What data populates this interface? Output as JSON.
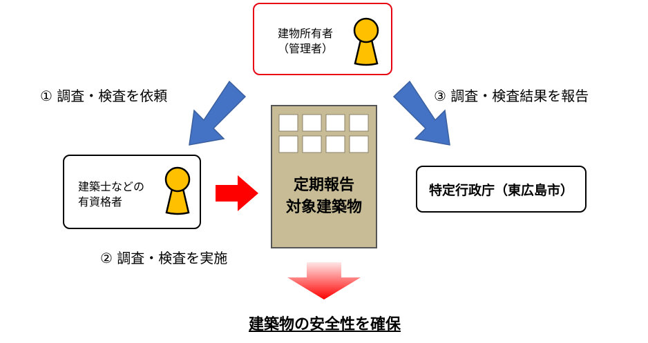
{
  "owner": {
    "line1": "建物所有者",
    "line2": "（管理者）"
  },
  "architect": {
    "line1": "建築士などの",
    "line2": "有資格者"
  },
  "authority": {
    "label": "特定行政庁（東広島市）"
  },
  "building": {
    "line1": "定期報告",
    "line2": "対象建築物"
  },
  "steps": [
    {
      "label": "① 調査・検査を依頼"
    },
    {
      "label": "② 調査・検査を実施"
    },
    {
      "label": "③ 調査・検査結果を報告"
    }
  ],
  "conclusion": "建築物の安全性を確保",
  "colors": {
    "owner_border": "#e60012",
    "blue_arrow": "#4472c4",
    "red_arrow": "#ff0000",
    "building_fill": "#c8bc97",
    "person_fill": "#ffc000"
  },
  "icons": [
    "person-icon",
    "building-icon",
    "arrow-down-left-icon",
    "arrow-down-right-icon",
    "arrow-right-icon",
    "arrow-down-icon"
  ]
}
